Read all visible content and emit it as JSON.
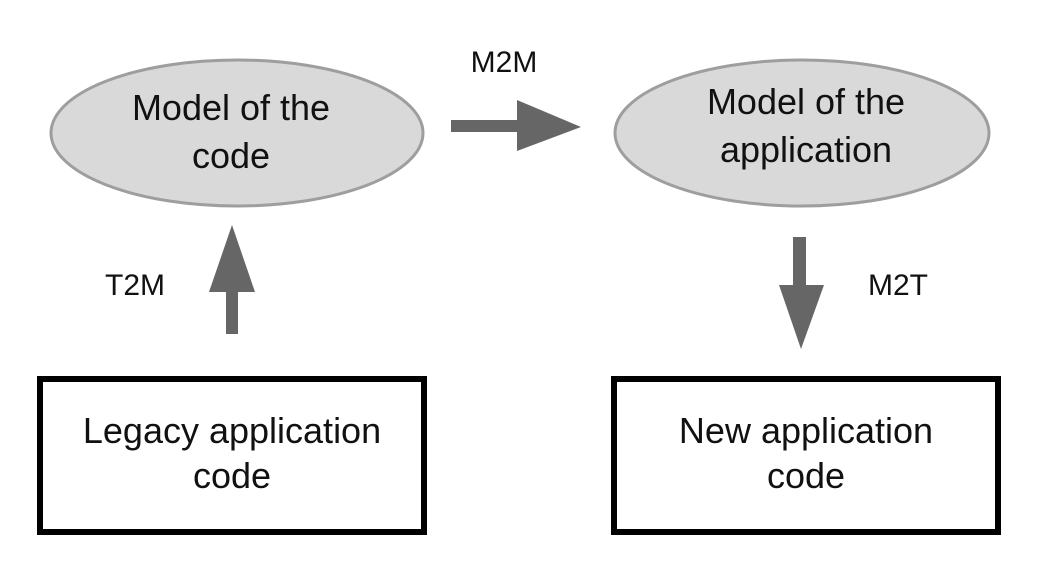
{
  "nodes": {
    "model_code": {
      "line1": "Model of the",
      "line2": "code"
    },
    "model_app": {
      "line1": "Model of the",
      "line2": "application"
    },
    "legacy_code": {
      "line1": "Legacy application",
      "line2": "code"
    },
    "new_code": {
      "line1": "New application",
      "line2": "code"
    }
  },
  "edges": {
    "m2m": "M2M",
    "t2m": "T2M",
    "m2t": "M2T"
  },
  "colors": {
    "ellipse_fill": "#d9d9d9",
    "ellipse_stroke": "#9e9e9e",
    "arrow": "#666666",
    "box_stroke": "#000000"
  }
}
